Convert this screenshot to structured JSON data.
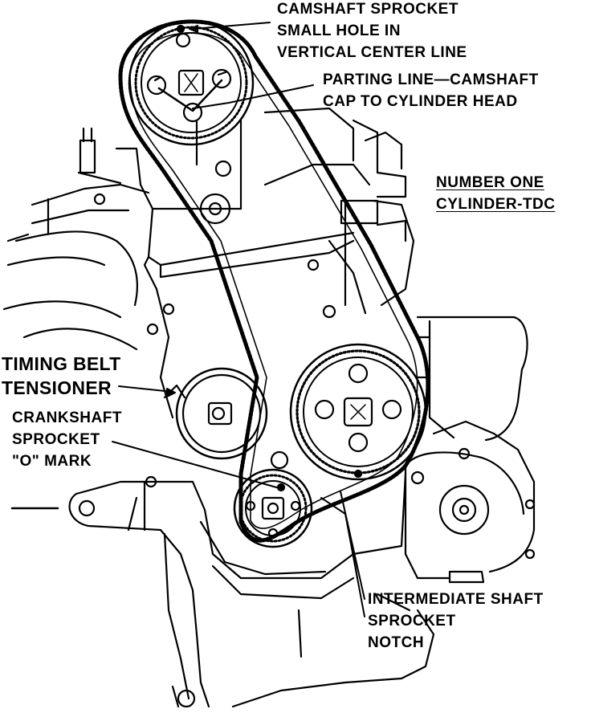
{
  "labels": {
    "camshaft_sprocket": {
      "line1": "CAMSHAFT SPROCKET",
      "line2": "SMALL HOLE IN",
      "line3": "VERTICAL CENTER LINE"
    },
    "parting_line": {
      "line1": "PARTING LINE—CAMSHAFT",
      "line2": "CAP TO CYLINDER HEAD"
    },
    "number_one_tdc": {
      "line1": "NUMBER ONE",
      "line2": "CYLINDER-TDC"
    },
    "timing_belt_tensioner": {
      "line1": "TIMING BELT",
      "line2": "TENSIONER"
    },
    "crankshaft_sprocket": {
      "line1": "CRANKSHAFT",
      "line2": "SPROCKET",
      "line3": "\"O\" MARK"
    },
    "intermediate_shaft": {
      "line1": "INTERMEDIATE SHAFT",
      "line2": "SPROCKET",
      "line3": "NOTCH"
    }
  },
  "colors": {
    "ink": "#000000",
    "paper": "#ffffff"
  }
}
